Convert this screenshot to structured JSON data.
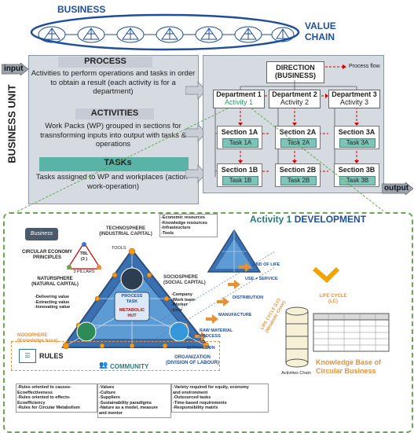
{
  "top": {
    "business_label": "BUSINESS",
    "value_chain_label": "VALUE\nCHAIN",
    "input_label": "input",
    "output_label": "output"
  },
  "business_unit": {
    "side_label": "BUSINESS UNIT",
    "process_title": "PROCESS",
    "process_text": "Activities to perform operations and tasks in order to obtain a result  (each activity is for a department)",
    "activities_title": "ACTIVITIES",
    "activities_text": "Work Packs (WP) grouped in sections for trasnsforming inputs into output with tasks & operations",
    "tasks_title": "TASKs",
    "tasks_text": "Tasks assigned to WP and workplaces (action-work-operation)"
  },
  "org": {
    "direction": "DIRECTION\n(BUSINESS)",
    "process_flow": "Process flow",
    "departments": [
      {
        "name": "Department 1",
        "activity": "Activity 1"
      },
      {
        "name": "Department 2",
        "activity": "Activity 2"
      },
      {
        "name": "Department 3",
        "activity": "Activity 3"
      }
    ],
    "sections": [
      {
        "name": "Section 1A",
        "task": "Task 1A"
      },
      {
        "name": "Section 2A",
        "task": "Task 2A"
      },
      {
        "name": "Section 3A",
        "task": "Task 3A"
      },
      {
        "name": "Section 1B",
        "task": "Task 1B"
      },
      {
        "name": "Section 2B",
        "task": "Task 2B"
      },
      {
        "name": "Section 3B",
        "task": "Task 3B"
      }
    ]
  },
  "development": {
    "title_activity": "Activity 1",
    "title_dev": " DEVELOPMENT",
    "business_logo": "Business",
    "circular_principles": "CIRCULAR ECONOMY\nPRINCIPLES",
    "tbl_label": "TBL\n(3 )",
    "pillars_label": "3 PILLARS",
    "technosphere": "TECHNOSPHERE\n(INDUSTRIAL CAPITAL)",
    "techno_list": "-Economic resources\n-Knowledge resources\n-Infrastructure\n-Tools",
    "tools_label": "TOOLS",
    "natursphere": "NATURSPHERE\n(NATURAL CAPITAL)",
    "natur_list": "-Delivering value\n-Extracting value\n-Innovating value",
    "sociosphere": "SOCIOSPHERE\n(SOCIAL CAPITAL)",
    "socio_list": "-Company\n-Work team\n-Worker\n-User",
    "process_task": "PROCESS\nTASK",
    "metabolic_hut": "METABOLIC\nHUT",
    "noosphere": "NOOSPHERE\n(Knowledge base)",
    "rules": "RULES",
    "community": "COMMUNITY",
    "organization": "ORGANIZATION\n(DIVISION OF LABOUR)",
    "end_of_life": "END OF LIFE",
    "use_service": "USE + SERVICE",
    "distribution": "DISTRIBUTION",
    "manufacture": "MANUFACTURE",
    "raw_material": "RAW MATERIAL\nPROCESS",
    "extraction": "EXTRACTION",
    "life_cycle_diag": "LIFE CYCLE (LC)\n(Metabolic Chain)",
    "life_cycle_box": "LIFE CYCLE\n(LC)",
    "activities_chain": "Activities Chain",
    "kb_title": "Knowledge Base of\nCircular Business",
    "rules_list": "-Rules oriented to causes-\nEcoeffectiveness\n-Rules oriented to effects-\nEcoefficiency\n-Rules for Circular Metabolism",
    "community_list": "-Values\n-Culture\n-Suppliers\n-Sustainability paradigms\n-Nature as a model, measure\nand mentor",
    "org_list": "-Variety required for equity, economy\nand environment\n-Outsourced tasks\n-Time-based requirements\n-Responsibility matrix"
  },
  "colors": {
    "teal": "#59b3a6",
    "panel": "#d6dbe2",
    "accent_blue": "#1f4e9a",
    "orange": "#e69138",
    "green_border": "#6aa84f",
    "flow_red": "#cc0000"
  }
}
